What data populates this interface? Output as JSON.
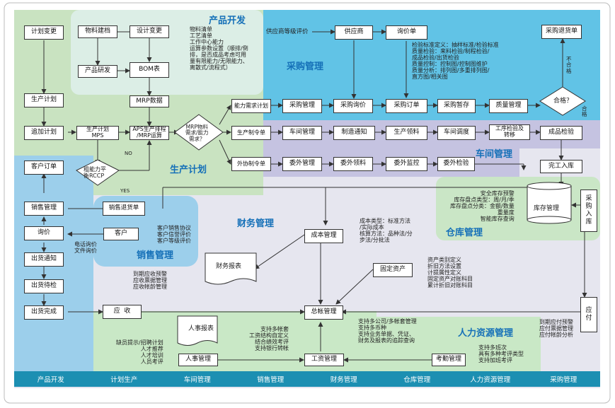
{
  "sections": {
    "product_dev": "产品开发",
    "production_plan": "生产计划",
    "procurement": "采购管理",
    "workshop": "车间管理",
    "finance": "财务管理",
    "sales": "销售管理",
    "warehouse": "仓库管理",
    "hr": "人力资源管理"
  },
  "nodes": {
    "plan_change": "计划变更",
    "production_plan": "生产计划",
    "add_plan": "追加计划",
    "customer_order": "客户订单",
    "sales_mgmt": "销售管理",
    "inquiry": "询价",
    "ship_notice": "出货通知",
    "ship_check": "出货待检",
    "ship_done": "出货完成",
    "material_build": "物料建档",
    "design_change": "设计变更",
    "product_rd": "产品研发",
    "bom": "BOM表",
    "mrp_data": "MRP数据",
    "mps": "生产计划\nMPS",
    "aps": "APS生产排程\n/MRP运算",
    "rccp": "粗能力平\n衡RCCP",
    "mrp_calc": "MRP物料\n需求/能力\n需求？",
    "cap_req_plan": "能力需求计划",
    "purchase_mgmt": "采购管理",
    "purchase_inquiry": "采购询价",
    "purchase_order": "采购订单",
    "purchase_hold": "采购暂存",
    "quality_mgmt": "质量管理",
    "qualified": "合格？",
    "purchase_return": "采购退货单",
    "supplier": "供应商",
    "quote": "询价单",
    "prod_order": "生产制令单",
    "workshop_mgmt": "车间管理",
    "manuf_notice": "制造通知",
    "prod_pick": "生产领料",
    "workshop_dispatch": "车间调度",
    "process_check": "工序检验及\n转移",
    "finished_check": "成品检验",
    "outsource_order": "外协制令单",
    "outsource_mgmt": "委外管理",
    "outsource_pick": "委外领料",
    "outsource_monitor": "委外监控",
    "outsource_inspect": "委外检验",
    "finished_in": "完工入库",
    "inventory_mgmt": "库存管理",
    "purchase_in": "采购入库",
    "sales_return": "销售退货单",
    "customer": "客户",
    "cost_mgmt": "成本管理",
    "fin_report": "财务报表",
    "fixed_assets": "固定资产",
    "receivable": "应  收",
    "general_ledger": "总帐管理",
    "hr_report": "人事报表",
    "hr_mgmt": "人事管理",
    "payroll": "工资管理",
    "attendance": "考勤管理",
    "payable": "应付"
  },
  "notes": {
    "bom_info": "物料清单\n工艺清单\n工作中心能力\n运算参数设置（顺排/倒\n排，是否成品考虑可用\n量有限能力/无限能力、\n离散式/流程式）",
    "supplier_eval": "供应商等级评价",
    "qc_info": "检验标准定义：抽样标准/检验标准\n质量检验：来料检验/制程检验/\n成品检验/出货检验\n质量控制：控制图/控制图维护\n质量分析：排列图/多重排列图/\n直方图/相关图",
    "unqualified": "不\n合\n格",
    "qualified_label": "合\n格",
    "no_label": "NO",
    "yes_label": "YES",
    "stock_info": "安全库存预警\n库存盘点类型：周/月/季\n库存盘点分类：金额/数量\n重量度\n智能库存查询",
    "cost_info": "成本类型：标准方法\n/实际成本\n核算方法：品种法/分\n步法/分批法",
    "asset_info": "资产类别定义\n折旧方法设置\n计提属性定义\n固定资产对账科目\n累计折旧对账科目",
    "customer_info": "客户销售协议\n客户信誉评价\n客户等级评价",
    "inquiry_info": "电话询价\n文件询价",
    "receivable_info": "到期应收预警\n应收票据管理\n应收帐龄管理",
    "payable_info": "到期应付预警\n应付票据管理\n应付帐龄分析",
    "gl_info": "支持多公司/多帐套管理\n支持多币种\n支持业务单据、凭证、\n财务及报表的追踪查询",
    "payroll_info": "支持多帐套\n工资结构自定义\n结合绩效考评\n支持银行转帐",
    "hr_info": "缺员提示/招聘计划\n人才推荐\n人才培训\n人员考评",
    "attend_info": "支持多班次\n具有多种考评类型\n支持加班考评"
  },
  "bottom_nav": [
    "产品开发",
    "计划生产",
    "车间管理",
    "销售管理",
    "财务管理",
    "仓库管理",
    "人力资源管理",
    "采购管理"
  ],
  "colors": {
    "purchasing": "#61c3e6",
    "workshop": "#c5c3e1",
    "production": "#c9e3c1",
    "sales": "#9ccfeb",
    "finance": "#e6e6ef",
    "warehouse": "#cae6c6",
    "hr": "#c9e8c6",
    "product_dev": "#dceee6",
    "title": "#1570b8",
    "nav": "#1c8fb2"
  }
}
